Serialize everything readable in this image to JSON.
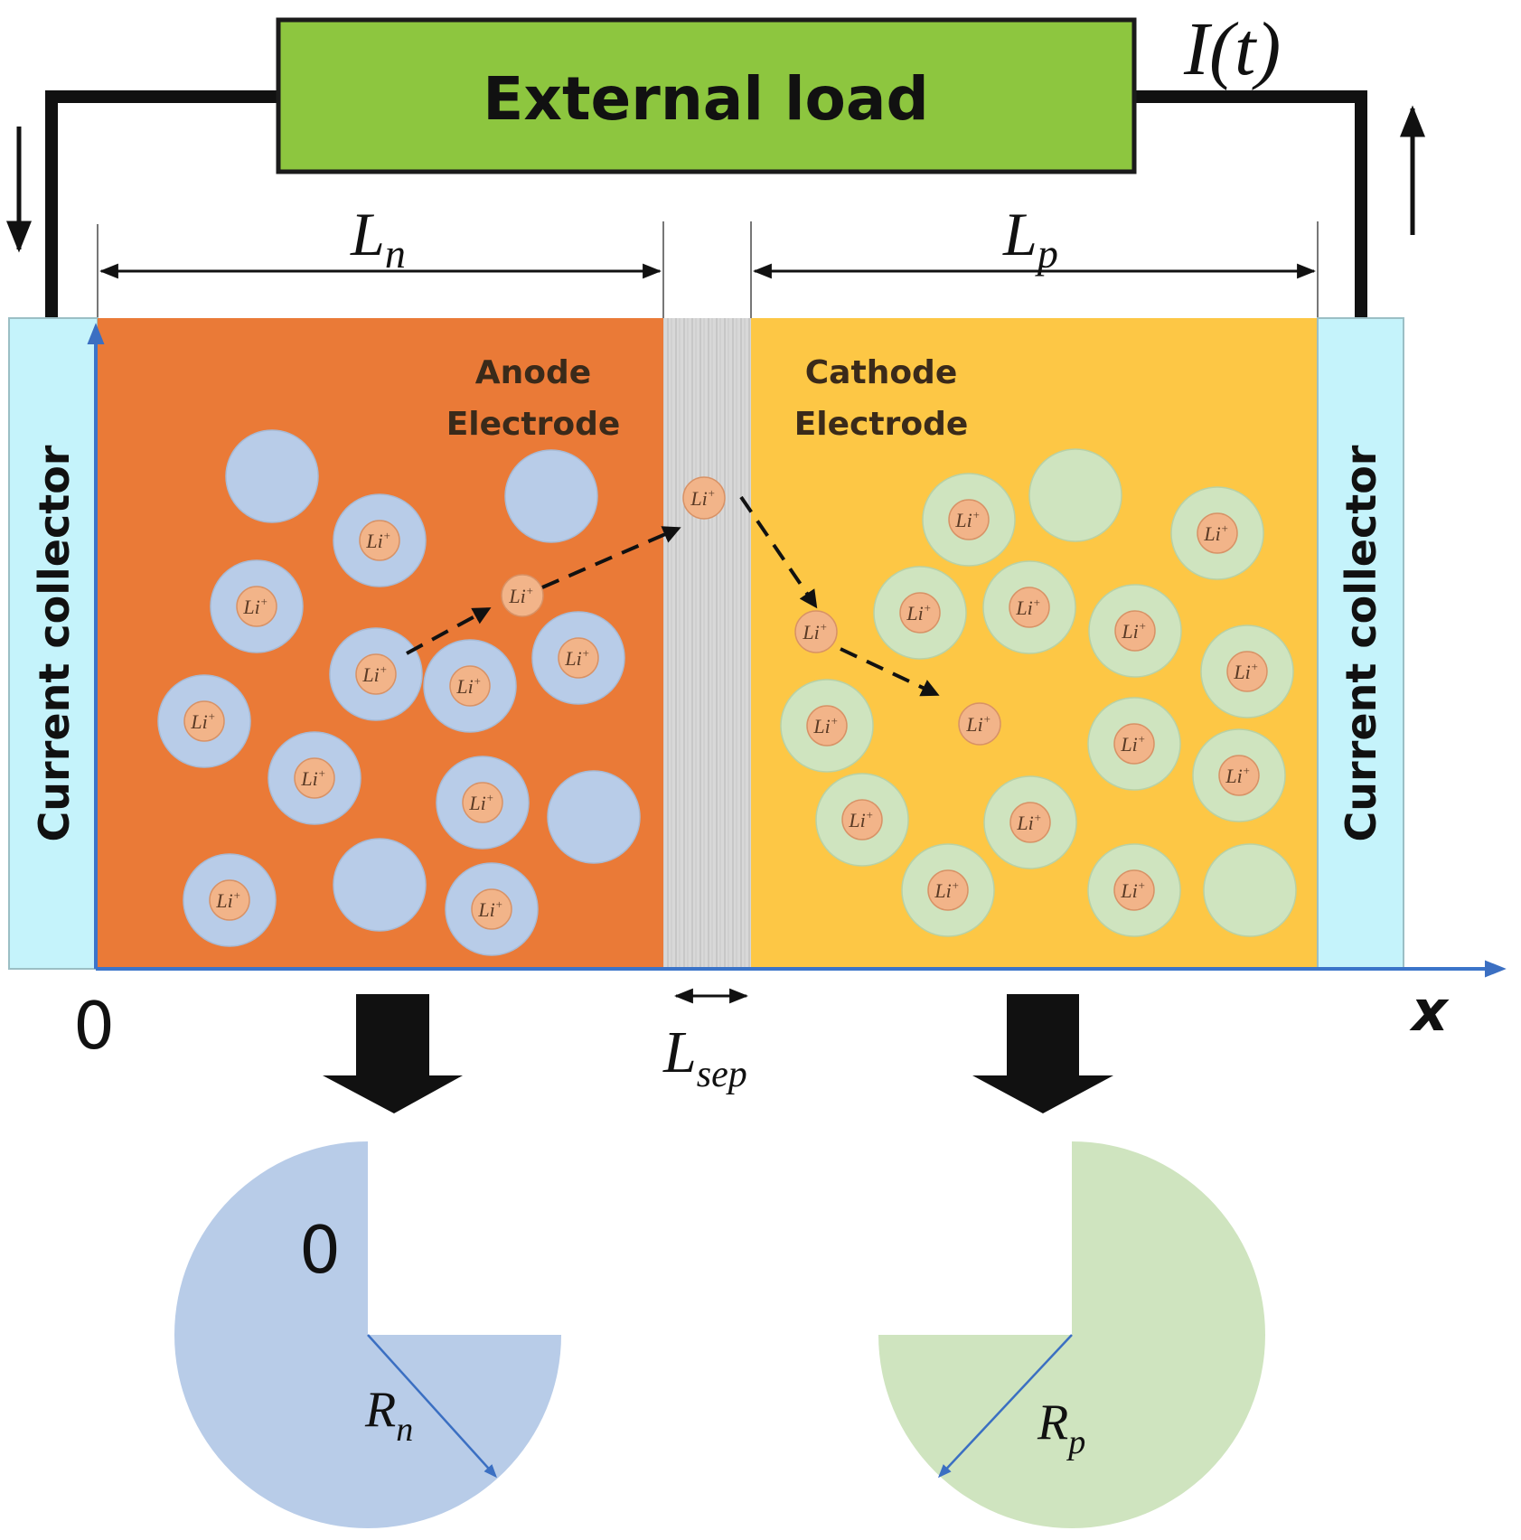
{
  "load": {
    "label": "External load"
  },
  "current": {
    "label": "I(t)"
  },
  "dims": {
    "anode_len": {
      "base": "L",
      "sub": "n"
    },
    "cathode_len": {
      "base": "L",
      "sub": "p"
    },
    "sep_len": {
      "base": "L",
      "sub": "sep"
    }
  },
  "regions": {
    "collector_left": "Current collector",
    "collector_right": "Current collector",
    "anode_line1": "Anode",
    "anode_line2": "Electrode",
    "cathode_line1": "Cathode",
    "cathode_line2": "Electrode"
  },
  "axis": {
    "origin": "0",
    "x_label": "x"
  },
  "particle_label": "Li",
  "particle_charge": "+",
  "zoom": {
    "anode": {
      "center_label": "0",
      "radius": {
        "base": "R",
        "sub": "n"
      }
    },
    "cathode": {
      "radius": {
        "base": "R",
        "sub": "p"
      }
    }
  },
  "colors": {
    "load": "#8dc63f",
    "collector": "#c5f3fb",
    "anode": "#ea7a37",
    "separator": "#d6d6d6",
    "cathode": "#fdc745",
    "anode_particle": "#b8cce8",
    "cathode_particle": "#cfe4bf",
    "ion": "#f2b489",
    "axis": "#3b74c9"
  }
}
